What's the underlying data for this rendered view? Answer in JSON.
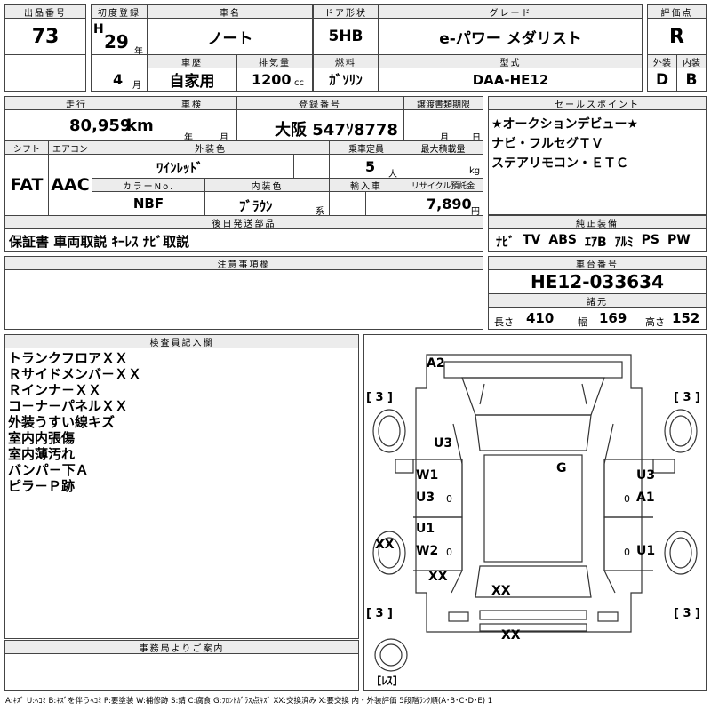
{
  "lot": {
    "label": "出品番号",
    "value": "73"
  },
  "first_reg": {
    "label": "初度登録",
    "era": "H",
    "year": "29",
    "year_unit": "年",
    "month": "4",
    "month_unit": "月"
  },
  "model": {
    "label": "車名",
    "value": "ノート"
  },
  "door": {
    "label": "ドア形状",
    "value": "5HB"
  },
  "grade": {
    "label": "グレード",
    "value": "e-パワー メダリスト"
  },
  "score": {
    "label": "評価点",
    "value": "R",
    "ext_label": "外装",
    "int_label": "内装",
    "ext_value": "D",
    "int_value": "B"
  },
  "history": {
    "label": "車歴",
    "value": "自家用"
  },
  "displacement": {
    "label": "排気量",
    "value": "1200",
    "unit": "cc"
  },
  "fuel": {
    "label": "燃料",
    "value": "ｶﾞｿﾘﾝ"
  },
  "type_code": {
    "label": "型式",
    "value": "DAA-HE12"
  },
  "mileage": {
    "label": "走行",
    "value": "80,959",
    "unit": "km"
  },
  "inspection": {
    "label": "車検",
    "year_unit": "年",
    "month_unit": "月"
  },
  "plate": {
    "label": "登録番号",
    "value": "大阪 547ｿ8778"
  },
  "transfer": {
    "label": "譲渡書類期限",
    "month_unit": "月",
    "day_unit": "日"
  },
  "shift": {
    "label": "シフト",
    "value": "FAT"
  },
  "aircon": {
    "label": "エアコン",
    "value": "AAC"
  },
  "ext_color": {
    "label": "外装色",
    "value": "ﾜｲﾝﾚｯﾄﾞ"
  },
  "capacity": {
    "label": "乗車定員",
    "value": "5",
    "unit": "人"
  },
  "max_load": {
    "label": "最大積載量",
    "unit": "kg"
  },
  "color_no": {
    "label": "カラーNo.",
    "value": "NBF"
  },
  "int_color": {
    "label": "内装色",
    "value": "ﾌﾞﾗｳﾝ",
    "unit": "系"
  },
  "import": {
    "label": "輸入車"
  },
  "recycle": {
    "label": "リサイクル預託金",
    "value": "7,890",
    "unit": "円"
  },
  "selling_points": {
    "label": "セールスポイント",
    "items": [
      "★オークションデビュー★",
      "ナビ・フルセグＴＶ",
      "ステアリモコン・ＥＴＣ"
    ]
  },
  "later_parts": {
    "label": "後日発送部品",
    "value": "保証書 車両取説 ｷｰﾚｽ ﾅﾋﾞ取説"
  },
  "equipment": {
    "label": "純正装備",
    "items": [
      "ﾅﾋﾞ",
      "TV",
      "ABS",
      "ｴｱB",
      "ｱﾙﾐ",
      "PS",
      "PW"
    ]
  },
  "notes": {
    "label": "注意事項欄"
  },
  "chassis": {
    "label": "車台番号",
    "value": "HE12-033634"
  },
  "specs": {
    "label": "諸元",
    "length_label": "長さ",
    "length": "410",
    "width_label": "幅",
    "width": "169",
    "height_label": "高さ",
    "height": "152"
  },
  "inspector": {
    "label": "検査員記入欄",
    "lines": [
      "トランクフロアＸＸ",
      "Ｒサイドメンバ－ＸＸ",
      "Ｒインナ－ＸＸ",
      "コ－ナ－パネルＸＸ",
      "外装うすい線キズ",
      "室内内張傷",
      "室内薄汚れ",
      "バンパ－下Ａ",
      "ピラ－Ｐ跡"
    ]
  },
  "office": {
    "label": "事務局よりご案内"
  },
  "diagram": {
    "marks": {
      "a2": "A2",
      "u3_left": "U3",
      "g": "G",
      "w1": "W1",
      "u3_left_door": "U3",
      "u3_right": "U3",
      "a1": "A1",
      "u1_left": "U1",
      "w2": "W2",
      "u1_right": "U1",
      "xx_side": "XX",
      "xx_rear_left": "XX",
      "xx_center": "XX",
      "xx_bumper": "XX",
      "zero": "0"
    },
    "tire_fl": "[ 3 ]",
    "tire_fr": "[ 3 ]",
    "tire_rl": "[ 3 ]",
    "tire_rr": "[ 3 ]",
    "spare": "[ﾚｽ]"
  },
  "legend": "A:ｷｽﾞ U:ﾍｺﾐ B:ｷｽﾞを伴うﾍｺﾐ P:要塗装 W:補修跡 S:錆 C:腐食 G:ﾌﾛﾝﾄｶﾞﾗｽ点ｷｽﾞ XX:交換済み X:要交換 内・外装評価 5段階ﾗﾝｸ順(A･B･C･D･E) 1"
}
